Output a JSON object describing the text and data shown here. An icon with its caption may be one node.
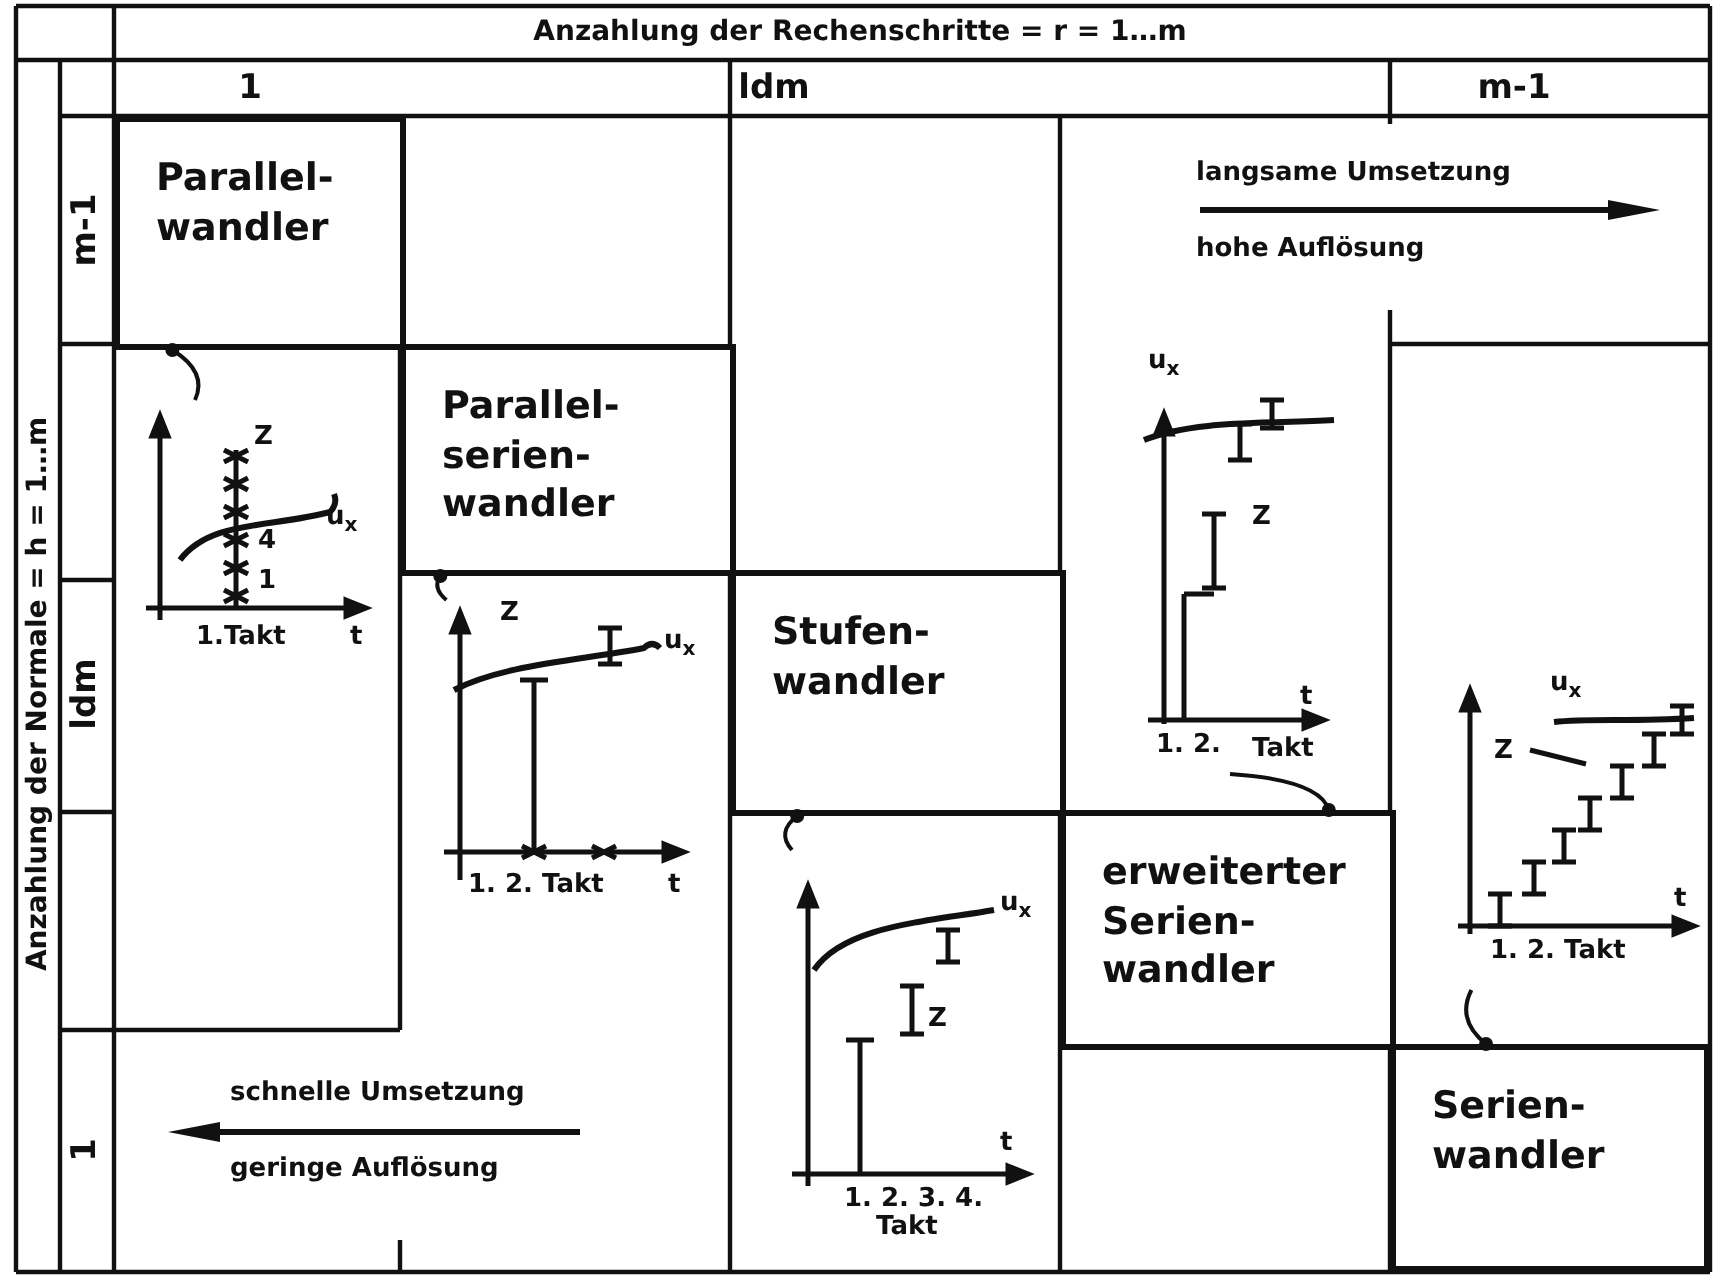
{
  "diagram": {
    "nodes": [
      {
        "text": [
          "Parallel- wandler"
        ]
      },
      {
        "text": [
          "Z",
          "u$_{x}$",
          "4",
          "1",
          "1.Takt",
          "t"
        ]
      },
      {
        "text": [
          "Parallel- serien- wandler"
        ]
      },
      {
        "text": [
          "Z",
          "u$_{x}$",
          "1. 2. Takt",
          "t"
        ]
      },
      {
        "text": [
          "Stufen- wandler"
        ]
      },
      {
        "text": [
          "u$_{x}$",
          "Z",
          "t",
          "1. 2. 3. 4.",
          "Takt"
        ]
      },
      {
        "text": [
          "u$_{x}$",
          "Z",
          "t",
          "1. 2.",
          "Takt"
        ]
      },
      {
        "text": [
          "erweiterter Serien- wandler"
        ]
      },
      {
        "text": [
          "u$_{x}$",
          "Z",
          "t",
          "1. 2. Takt"
        ]
      },
      {
        "text": [
          "Serien- wandler"
        ]
      }
    ],
    "edges": [
      {
        "from": 0,
        "to": 1,
        "arrow": "other"
      },
      {
        "from": 2,
        "to": 3,
        "arrow": "other"
      },
      {
        "from": 4,
        "to": 5,
        "arrow": "other"
      },
      {
        "from": 7,
        "to": 6,
        "arrow": "other"
      },
      {
        "from": 9,
        "to": 8,
        "arrow": "other"
      }
    ],
    "labels": [
      "Anzahlung der Rechenschritte = r = 1…m",
      "1",
      "ldm",
      "m-1",
      "Anzahlung der Normale = h = 1…m",
      "m-1",
      "ldm",
      "1",
      "langsame Umsetzung",
      "hohe Auflösung",
      "schnelle Umsetzung",
      "geringe Auflösung"
    ]
  }
}
